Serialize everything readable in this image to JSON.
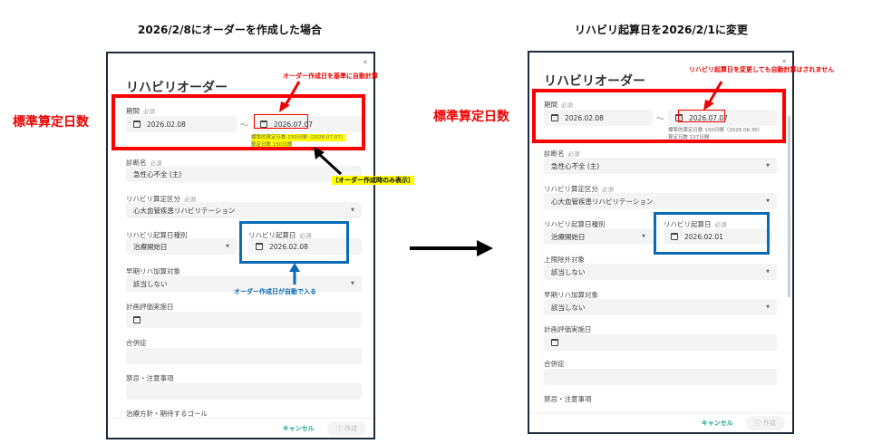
{
  "left": {
    "heading": "2026/2/8にオーダーを作成した場合",
    "side_label": "標準算定日数",
    "title": "リハビリオーダー",
    "required": "必須",
    "period_label": "期間",
    "start_date": "2026.02.08",
    "tilde": "〜",
    "end_date": "2026.07.07",
    "hint1": "標準的算定日数 150日間（2026.07.07）",
    "hint2": "算定日数 150日間",
    "diagnosis_label": "診断名",
    "diagnosis_value": "急性心不全 (主)",
    "category_label": "リハビリ算定区分",
    "category_value": "心大血管疾患リハビリテーション",
    "start_type_label": "リハビリ起算日種別",
    "start_type_value": "治療開始日",
    "start_day_label": "リハビリ起算日",
    "start_day_value": "2026.02.08",
    "early_label": "早期リハ加算対象",
    "early_value": "該当しない",
    "plan_label": "計画評価実施日",
    "complication_label": "合併症",
    "contra_label": "禁忌・注意事項",
    "policy_label": "治療方針・期待するゴール",
    "cancel": "キャンセル",
    "create": "作成",
    "note_top": "オーダー作成日を基準に自動計算",
    "note_yellow": "（オーダー作成時のみ表示）",
    "note_blue": "オーダー作成日が自動で入る"
  },
  "right": {
    "heading": "リハビリ起算日を2026/2/1に変更",
    "side_label": "標準算定日数",
    "title": "リハビリオーダー",
    "required": "必須",
    "period_label": "期間",
    "start_date": "2026.02.08",
    "tilde": "〜",
    "end_date": "2026.07.07",
    "hint1": "標準的算定日数 150日間（2026.06.30）",
    "hint2": "算定日数 157日間",
    "diagnosis_label": "診断名",
    "diagnosis_value": "急性心不全 (主)",
    "category_label": "リハビリ算定区分",
    "category_value": "心大血管疾患リハビリテーション",
    "start_type_label": "リハビリ起算日種別",
    "start_type_value": "治療開始日",
    "start_day_label": "リハビリ起算日",
    "start_day_value": "2026.02.01",
    "limit_label": "上限除外対象",
    "limit_value": "該当しない",
    "early_label": "早期リハ加算対象",
    "early_value": "該当しない",
    "plan_label": "計画評価実施日",
    "complication_label": "合併症",
    "contra_label": "禁忌・注意事項",
    "cancel": "キャンセル",
    "create": "作成",
    "note_top": "リハビリ起算日を変更しても自動計算はされません"
  }
}
